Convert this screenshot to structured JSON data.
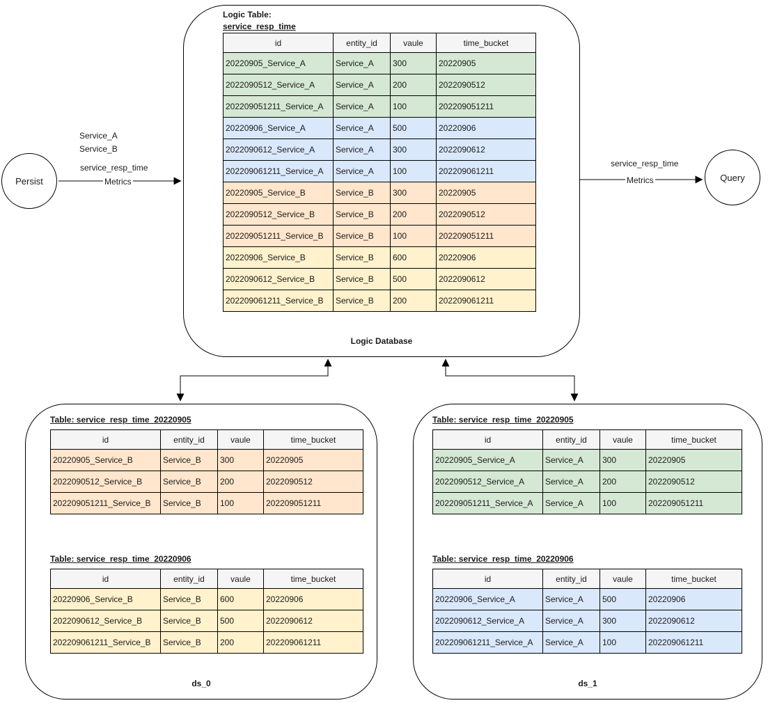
{
  "colors": {
    "green": "#d5e8d4",
    "blue": "#dae8fc",
    "orange": "#ffe6cc",
    "yellow": "#fff2cc",
    "header_bg": "#f5f5f5",
    "border": "#000000"
  },
  "persist": {
    "label": "Persist"
  },
  "query": {
    "label": "Query"
  },
  "left_flow": {
    "service_a": "Service_A",
    "service_b": "Service_B",
    "metric": "service_resp_time",
    "line_label": "Metrics"
  },
  "right_flow": {
    "metric": "service_resp_time",
    "line_label": "Metrics"
  },
  "logic_db": {
    "title_line1": "Logic Table:",
    "title_line2": "service_resp_time",
    "footer": "Logic Database",
    "table": {
      "headers": [
        "id",
        "entity_id",
        "vaule",
        "time_bucket"
      ],
      "rows": [
        {
          "color": "green",
          "cells": [
            "20220905_Service_A",
            "Service_A",
            "300",
            "20220905"
          ]
        },
        {
          "color": "green",
          "cells": [
            "2022090512_Service_A",
            "Service_A",
            "200",
            "2022090512"
          ]
        },
        {
          "color": "green",
          "cells": [
            "202209051211_Service_A",
            "Service_A",
            "100",
            "202209051211"
          ]
        },
        {
          "color": "blue",
          "cells": [
            "20220906_Service_A",
            "Service_A",
            "500",
            "20220906"
          ]
        },
        {
          "color": "blue",
          "cells": [
            "2022090612_Service_A",
            "Service_A",
            "300",
            "2022090612"
          ]
        },
        {
          "color": "blue",
          "cells": [
            "202209061211_Service_A",
            "Service_A",
            "100",
            "202209061211"
          ]
        },
        {
          "color": "orange",
          "cells": [
            "20220905_Service_B",
            "Service_B",
            "300",
            "20220905"
          ]
        },
        {
          "color": "orange",
          "cells": [
            "2022090512_Service_B",
            "Service_B",
            "200",
            "2022090512"
          ]
        },
        {
          "color": "orange",
          "cells": [
            "202209051211_Service_B",
            "Service_B",
            "100",
            "202209051211"
          ]
        },
        {
          "color": "yellow",
          "cells": [
            "20220906_Service_B",
            "Service_B",
            "600",
            "20220906"
          ]
        },
        {
          "color": "yellow",
          "cells": [
            "2022090612_Service_B",
            "Service_B",
            "500",
            "2022090612"
          ]
        },
        {
          "color": "yellow",
          "cells": [
            "202209061211_Service_B",
            "Service_B",
            "200",
            "202209061211"
          ]
        }
      ]
    }
  },
  "ds_0": {
    "label": "ds_0",
    "table_1": {
      "title": "Table: service_resp_time_20220905",
      "headers": [
        "id",
        "entity_id",
        "vaule",
        "time_bucket"
      ],
      "rows": [
        {
          "color": "orange",
          "cells": [
            "20220905_Service_B",
            "Service_B",
            "300",
            "20220905"
          ]
        },
        {
          "color": "orange",
          "cells": [
            "2022090512_Service_B",
            "Service_B",
            "200",
            "2022090512"
          ]
        },
        {
          "color": "orange",
          "cells": [
            "202209051211_Service_B",
            "Service_B",
            "100",
            "202209051211"
          ]
        }
      ]
    },
    "table_2": {
      "title": "Table: service_resp_time_20220906",
      "headers": [
        "id",
        "entity_id",
        "vaule",
        "time_bucket"
      ],
      "rows": [
        {
          "color": "yellow",
          "cells": [
            "20220906_Service_B",
            "Service_B",
            "600",
            "20220906"
          ]
        },
        {
          "color": "yellow",
          "cells": [
            "2022090612_Service_B",
            "Service_B",
            "500",
            "2022090612"
          ]
        },
        {
          "color": "yellow",
          "cells": [
            "202209061211_Service_B",
            "Service_B",
            "200",
            "202209061211"
          ]
        }
      ]
    }
  },
  "ds_1": {
    "label": "ds_1",
    "table_1": {
      "title": "Table: service_resp_time_20220905",
      "headers": [
        "id",
        "entity_id",
        "vaule",
        "time_bucket"
      ],
      "rows": [
        {
          "color": "green",
          "cells": [
            "20220905_Service_A",
            "Service_A",
            "300",
            "20220905"
          ]
        },
        {
          "color": "green",
          "cells": [
            "2022090512_Service_A",
            "Service_A",
            "200",
            "2022090512"
          ]
        },
        {
          "color": "green",
          "cells": [
            "202209051211_Service_A",
            "Service_A",
            "100",
            "202209051211"
          ]
        }
      ]
    },
    "table_2": {
      "title": "Table: service_resp_time_20220906",
      "headers": [
        "id",
        "entity_id",
        "vaule",
        "time_bucket"
      ],
      "rows": [
        {
          "color": "blue",
          "cells": [
            "20220906_Service_A",
            "Service_A",
            "500",
            "20220906"
          ]
        },
        {
          "color": "blue",
          "cells": [
            "2022090612_Service_A",
            "Service_A",
            "300",
            "2022090612"
          ]
        },
        {
          "color": "blue",
          "cells": [
            "202209061211_Service_A",
            "Service_A",
            "100",
            "202209061211"
          ]
        }
      ]
    }
  }
}
